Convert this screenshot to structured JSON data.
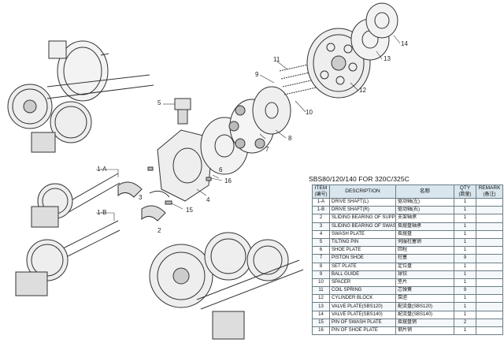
{
  "callouts": {
    "c1a": "1-A",
    "c1b": "1-B",
    "c2": "2",
    "c3": "3",
    "c4": "4",
    "c5": "5",
    "c6": "6",
    "c7": "7",
    "c8": "8",
    "c9": "9",
    "c10": "10",
    "c11": "11",
    "c12": "12",
    "c13": "13",
    "c14": "14",
    "c15": "15",
    "c16": "16"
  },
  "table": {
    "title": "SBS80/120/140 FOR 320C/325C",
    "headers": {
      "item": "ITEM",
      "item_cn": "(编号)",
      "description": "DESCRIPTION",
      "name_cn": "名称",
      "qty": "QTY",
      "qty_cn": "(数量)",
      "remark": "REMARK",
      "remark_cn": "(备注)"
    },
    "rows": [
      {
        "item": "1-A",
        "desc": "DRIVE SHAFT(L)",
        "cn": "驱动轴(左)",
        "qty": "1",
        "remark": ""
      },
      {
        "item": "1-B",
        "desc": "DRIVE SHAFT(R)",
        "cn": "驱动轴(右)",
        "qty": "1",
        "remark": ""
      },
      {
        "item": "2",
        "desc": "SLIDING BEARING OF SUPPORT",
        "cn": "支架轴承",
        "qty": "1",
        "remark": ""
      },
      {
        "item": "3",
        "desc": "SLIDING BEARING OF SWASH PLATE",
        "cn": "摇摆盘轴承",
        "qty": "1",
        "remark": ""
      },
      {
        "item": "4",
        "desc": "SWASH PLATE",
        "cn": "摇摆盘",
        "qty": "1",
        "remark": ""
      },
      {
        "item": "5",
        "desc": "TILTING PIN",
        "cn": "伺服柱塞销",
        "qty": "1",
        "remark": ""
      },
      {
        "item": "6",
        "desc": "SHOE PLATE",
        "cn": "回程",
        "qty": "1",
        "remark": ""
      },
      {
        "item": "7",
        "desc": "PISTON SHOE",
        "cn": "柱塞",
        "qty": "9",
        "remark": ""
      },
      {
        "item": "8",
        "desc": "SET PLATE",
        "cn": "定位盘",
        "qty": "1",
        "remark": ""
      },
      {
        "item": "9",
        "desc": "BALL GUIDE",
        "cn": "球铰",
        "qty": "1",
        "remark": ""
      },
      {
        "item": "10",
        "desc": "SPACER",
        "cn": "垫片",
        "qty": "1",
        "remark": ""
      },
      {
        "item": "11",
        "desc": "COIL SPRING",
        "cn": "芯弹簧",
        "qty": "9",
        "remark": ""
      },
      {
        "item": "12",
        "desc": "CYLINDER BLOCK",
        "cn": "泵胆",
        "qty": "1",
        "remark": ""
      },
      {
        "item": "13",
        "desc": "VALVE PLATE(SBS120)",
        "cn": "配流盘(SBS120)",
        "qty": "1",
        "remark": ""
      },
      {
        "item": "14",
        "desc": "VALVE PLATE(SBS140)",
        "cn": "配流盘(SBS140)",
        "qty": "1",
        "remark": ""
      },
      {
        "item": "15",
        "desc": "PIN OF SWASH PLATE",
        "cn": "摇摆盘销",
        "qty": "2",
        "remark": ""
      },
      {
        "item": "16",
        "desc": "PIN OF SHOE PLATE",
        "cn": "钢片销",
        "qty": "1",
        "remark": ""
      }
    ]
  }
}
